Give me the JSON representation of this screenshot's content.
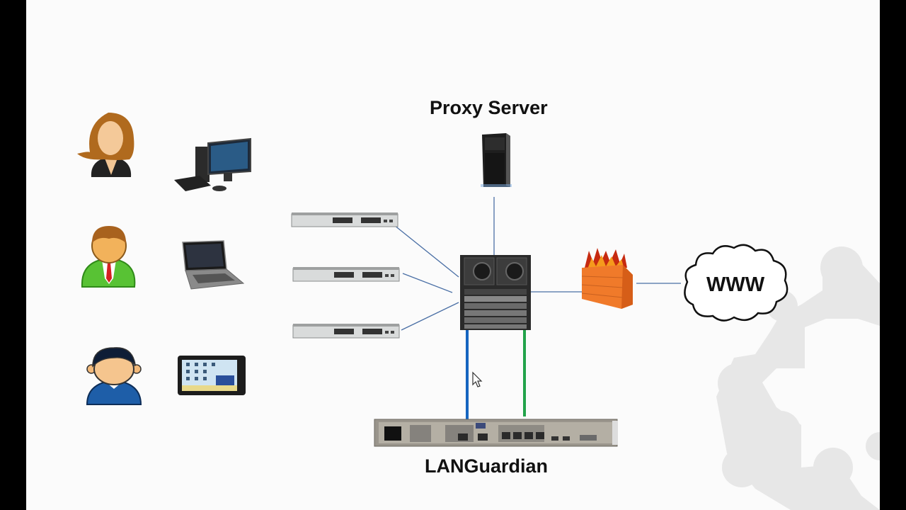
{
  "diagram": {
    "title": "Network topology with LANGuardian",
    "labels": {
      "proxy_server": "Proxy Server",
      "languardian": "LANGuardian",
      "internet": "WWW"
    },
    "users": [
      {
        "name": "user-woman",
        "device": "desktop-computer"
      },
      {
        "name": "user-businessman",
        "device": "laptop"
      },
      {
        "name": "user-boy",
        "device": "tablet"
      }
    ],
    "access_switches": [
      "access-switch-1",
      "access-switch-2",
      "access-switch-3"
    ],
    "nodes": [
      "proxy-server",
      "core-switch",
      "firewall",
      "internet-cloud",
      "languardian-appliance"
    ],
    "connections": [
      {
        "from": "access-switch-1",
        "to": "core-switch",
        "color": "#4a6fa5"
      },
      {
        "from": "access-switch-2",
        "to": "core-switch",
        "color": "#4a6fa5"
      },
      {
        "from": "access-switch-3",
        "to": "core-switch",
        "color": "#4a6fa5"
      },
      {
        "from": "proxy-server",
        "to": "core-switch",
        "color": "#4a6fa5"
      },
      {
        "from": "core-switch",
        "to": "firewall",
        "color": "#4a6fa5"
      },
      {
        "from": "firewall",
        "to": "internet-cloud",
        "color": "#4a6fa5"
      },
      {
        "from": "core-switch",
        "to": "languardian-appliance",
        "color": "#1565c0",
        "role": "span-monitor"
      },
      {
        "from": "core-switch",
        "to": "languardian-appliance",
        "color": "#22a34a",
        "role": "span-monitor"
      }
    ],
    "colors": {
      "link_thin": "#4a6fa5",
      "link_blue": "#1565c0",
      "link_green": "#22a34a",
      "firewall": "#f07a2a",
      "background_pattern": "#e6e6e6"
    }
  }
}
